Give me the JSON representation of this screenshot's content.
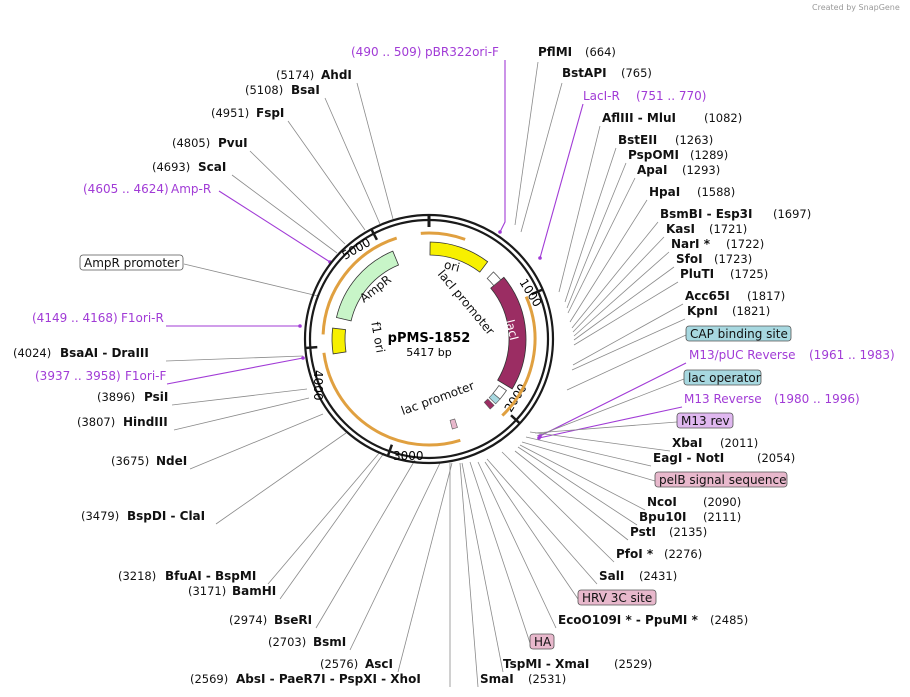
{
  "credit": "Created by SnapGene",
  "plasmid": {
    "name": "pPMS-1852",
    "size": "5417 bp"
  },
  "ticks": [
    "1000",
    "2000",
    "3000",
    "4000",
    "5000"
  ],
  "features": {
    "ori": "ori",
    "laci_promoter": "lacI promoter",
    "laci": "lacI",
    "lac_promoter": "lac promoter",
    "ampr": "AmpR",
    "f1ori": "f1 ori"
  },
  "labels": [
    {
      "id": "pbr322ori-f",
      "kind": "primer",
      "pos": "(490 .. 509)",
      "name": "pBR322ori-F"
    },
    {
      "id": "pflmi",
      "kind": "enz",
      "name": "PflMI",
      "pos": "(664)"
    },
    {
      "id": "bstapi",
      "kind": "enz",
      "name": "BstAPI",
      "pos": "(765)"
    },
    {
      "id": "laci-r",
      "kind": "primer",
      "name": "LacI-R",
      "pos": "(751 .. 770)"
    },
    {
      "id": "aflIII-mlui",
      "kind": "enz",
      "name": "AflIII  -  MluI",
      "pos": "(1082)"
    },
    {
      "id": "bsteii",
      "kind": "enz",
      "name": "BstEII",
      "pos": "(1263)"
    },
    {
      "id": "pspomi",
      "kind": "enz",
      "name": "PspOMI",
      "pos": "(1289)"
    },
    {
      "id": "apai",
      "kind": "enz",
      "name": "ApaI",
      "pos": "(1293)"
    },
    {
      "id": "hpai",
      "kind": "enz",
      "name": "HpaI",
      "pos": "(1588)"
    },
    {
      "id": "bsmbi-esp3i",
      "kind": "enz",
      "name": "BsmBI  -  Esp3I",
      "pos": "(1697)"
    },
    {
      "id": "kasi",
      "kind": "enz",
      "name": "KasI",
      "pos": "(1721)"
    },
    {
      "id": "nari",
      "kind": "enz",
      "name": "NarI *",
      "pos": "(1722)"
    },
    {
      "id": "sfoi",
      "kind": "enz",
      "name": "SfoI",
      "pos": "(1723)"
    },
    {
      "id": "pluti",
      "kind": "enz",
      "name": "PluTI",
      "pos": "(1725)"
    },
    {
      "id": "acc65i",
      "kind": "enz",
      "name": "Acc65I",
      "pos": "(1817)"
    },
    {
      "id": "kpni",
      "kind": "enz",
      "name": "KpnI",
      "pos": "(1821)"
    },
    {
      "id": "cap-binding-site",
      "kind": "box",
      "name": "CAP binding site"
    },
    {
      "id": "m13-puc-reverse",
      "kind": "primer",
      "name": "M13/pUC Reverse",
      "pos": "(1961 .. 1983)"
    },
    {
      "id": "lac-operator",
      "kind": "box",
      "name": "lac operator"
    },
    {
      "id": "m13-reverse",
      "kind": "primer",
      "name": "M13 Reverse",
      "pos": "(1980 .. 1996)"
    },
    {
      "id": "m13-rev",
      "kind": "box",
      "name": "M13 rev"
    },
    {
      "id": "xbai",
      "kind": "enz",
      "name": "XbaI",
      "pos": "(2011)"
    },
    {
      "id": "eagi-noti",
      "kind": "enz",
      "name": "EagI  -  NotI",
      "pos": "(2054)"
    },
    {
      "id": "pelb-signal-sequence",
      "kind": "box",
      "name": "pelB signal sequence"
    },
    {
      "id": "ncoi",
      "kind": "enz",
      "name": "NcoI",
      "pos": "(2090)"
    },
    {
      "id": "bpu10i",
      "kind": "enz",
      "name": "Bpu10I",
      "pos": "(2111)"
    },
    {
      "id": "psti-2135",
      "kind": "enz",
      "name": "PstI",
      "pos": "(2135)"
    },
    {
      "id": "pfoi",
      "kind": "enz",
      "name": "PfoI *",
      "pos": "(2276)"
    },
    {
      "id": "sali",
      "kind": "enz",
      "name": "SalI",
      "pos": "(2431)"
    },
    {
      "id": "hrv-3c-site",
      "kind": "box",
      "name": "HRV 3C site"
    },
    {
      "id": "eco0109i-ppumi",
      "kind": "enz",
      "name": "EcoO109I *  -  PpuMI *",
      "pos": "(2485)"
    },
    {
      "id": "ha",
      "kind": "box",
      "name": "HA"
    },
    {
      "id": "tspmi-xmai",
      "kind": "enz",
      "name": "TspMI  -  XmaI",
      "pos": "(2529)"
    },
    {
      "id": "smai",
      "kind": "enz",
      "name": "SmaI",
      "pos": "(2531)"
    },
    {
      "id": "asci",
      "kind": "enz",
      "name": "AscI",
      "pos": "(2576)"
    },
    {
      "id": "absi-paer7i-pspxi-xhoi",
      "kind": "enz",
      "name": "AbsI  -  PaeR7I  -  PspXI  -  XhoI",
      "pos": "(2569)"
    },
    {
      "id": "bsmi",
      "kind": "enz",
      "name": "BsmI",
      "pos": "(2703)"
    },
    {
      "id": "bseri",
      "kind": "enz",
      "name": "BseRI",
      "pos": "(2974)"
    },
    {
      "id": "bamhi",
      "kind": "enz",
      "name": "BamHI",
      "pos": "(3171)"
    },
    {
      "id": "bfuai-bspmi",
      "kind": "enz",
      "name": "BfuAI  -  BspMI",
      "pos": "(3218)"
    },
    {
      "id": "bspdi-clai",
      "kind": "enz",
      "name": "BspDI  -  ClaI",
      "pos": "(3479)"
    },
    {
      "id": "ndei",
      "kind": "enz",
      "name": "NdeI",
      "pos": "(3675)"
    },
    {
      "id": "hindiii",
      "kind": "enz",
      "name": "HindIII",
      "pos": "(3807)"
    },
    {
      "id": "psti-3896",
      "kind": "enz",
      "name": "PsiI",
      "pos": "(3896)"
    },
    {
      "id": "f1ori-f",
      "kind": "primer",
      "name": "F1ori-F",
      "pos": "(3937 .. 3958)"
    },
    {
      "id": "bsaai-draiii",
      "kind": "enz",
      "name": "BsaAI  -  DraIII",
      "pos": "(4024)"
    },
    {
      "id": "f1ori-r",
      "kind": "primer",
      "name": "F1ori-R",
      "pos": "(4149 .. 4168)"
    },
    {
      "id": "ampr-promoter",
      "kind": "box",
      "name": "AmpR promoter"
    },
    {
      "id": "amp-r",
      "kind": "primer",
      "name": "Amp-R",
      "pos": "(4605 .. 4624)"
    },
    {
      "id": "scai",
      "kind": "enz",
      "name": "ScaI",
      "pos": "(4693)"
    },
    {
      "id": "pvui",
      "kind": "enz",
      "name": "PvuI",
      "pos": "(4805)"
    },
    {
      "id": "fspi",
      "kind": "enz",
      "name": "FspI",
      "pos": "(4951)"
    },
    {
      "id": "bsai",
      "kind": "enz",
      "name": "BsaI",
      "pos": "(5108)"
    },
    {
      "id": "ahdi",
      "kind": "enz",
      "name": "AhdI",
      "pos": "(5174)"
    }
  ],
  "colors": {
    "backbone": "#1a1a1a",
    "ori": "#f7f000",
    "laci": "#9b2d63",
    "ampr": "#c8f5c8",
    "f1ori": "#f7f000",
    "orange_arc": "#e0a040",
    "primer": "#a13bd6",
    "box_blue": "#a7d8e0",
    "box_pink": "#e8b8cc"
  }
}
